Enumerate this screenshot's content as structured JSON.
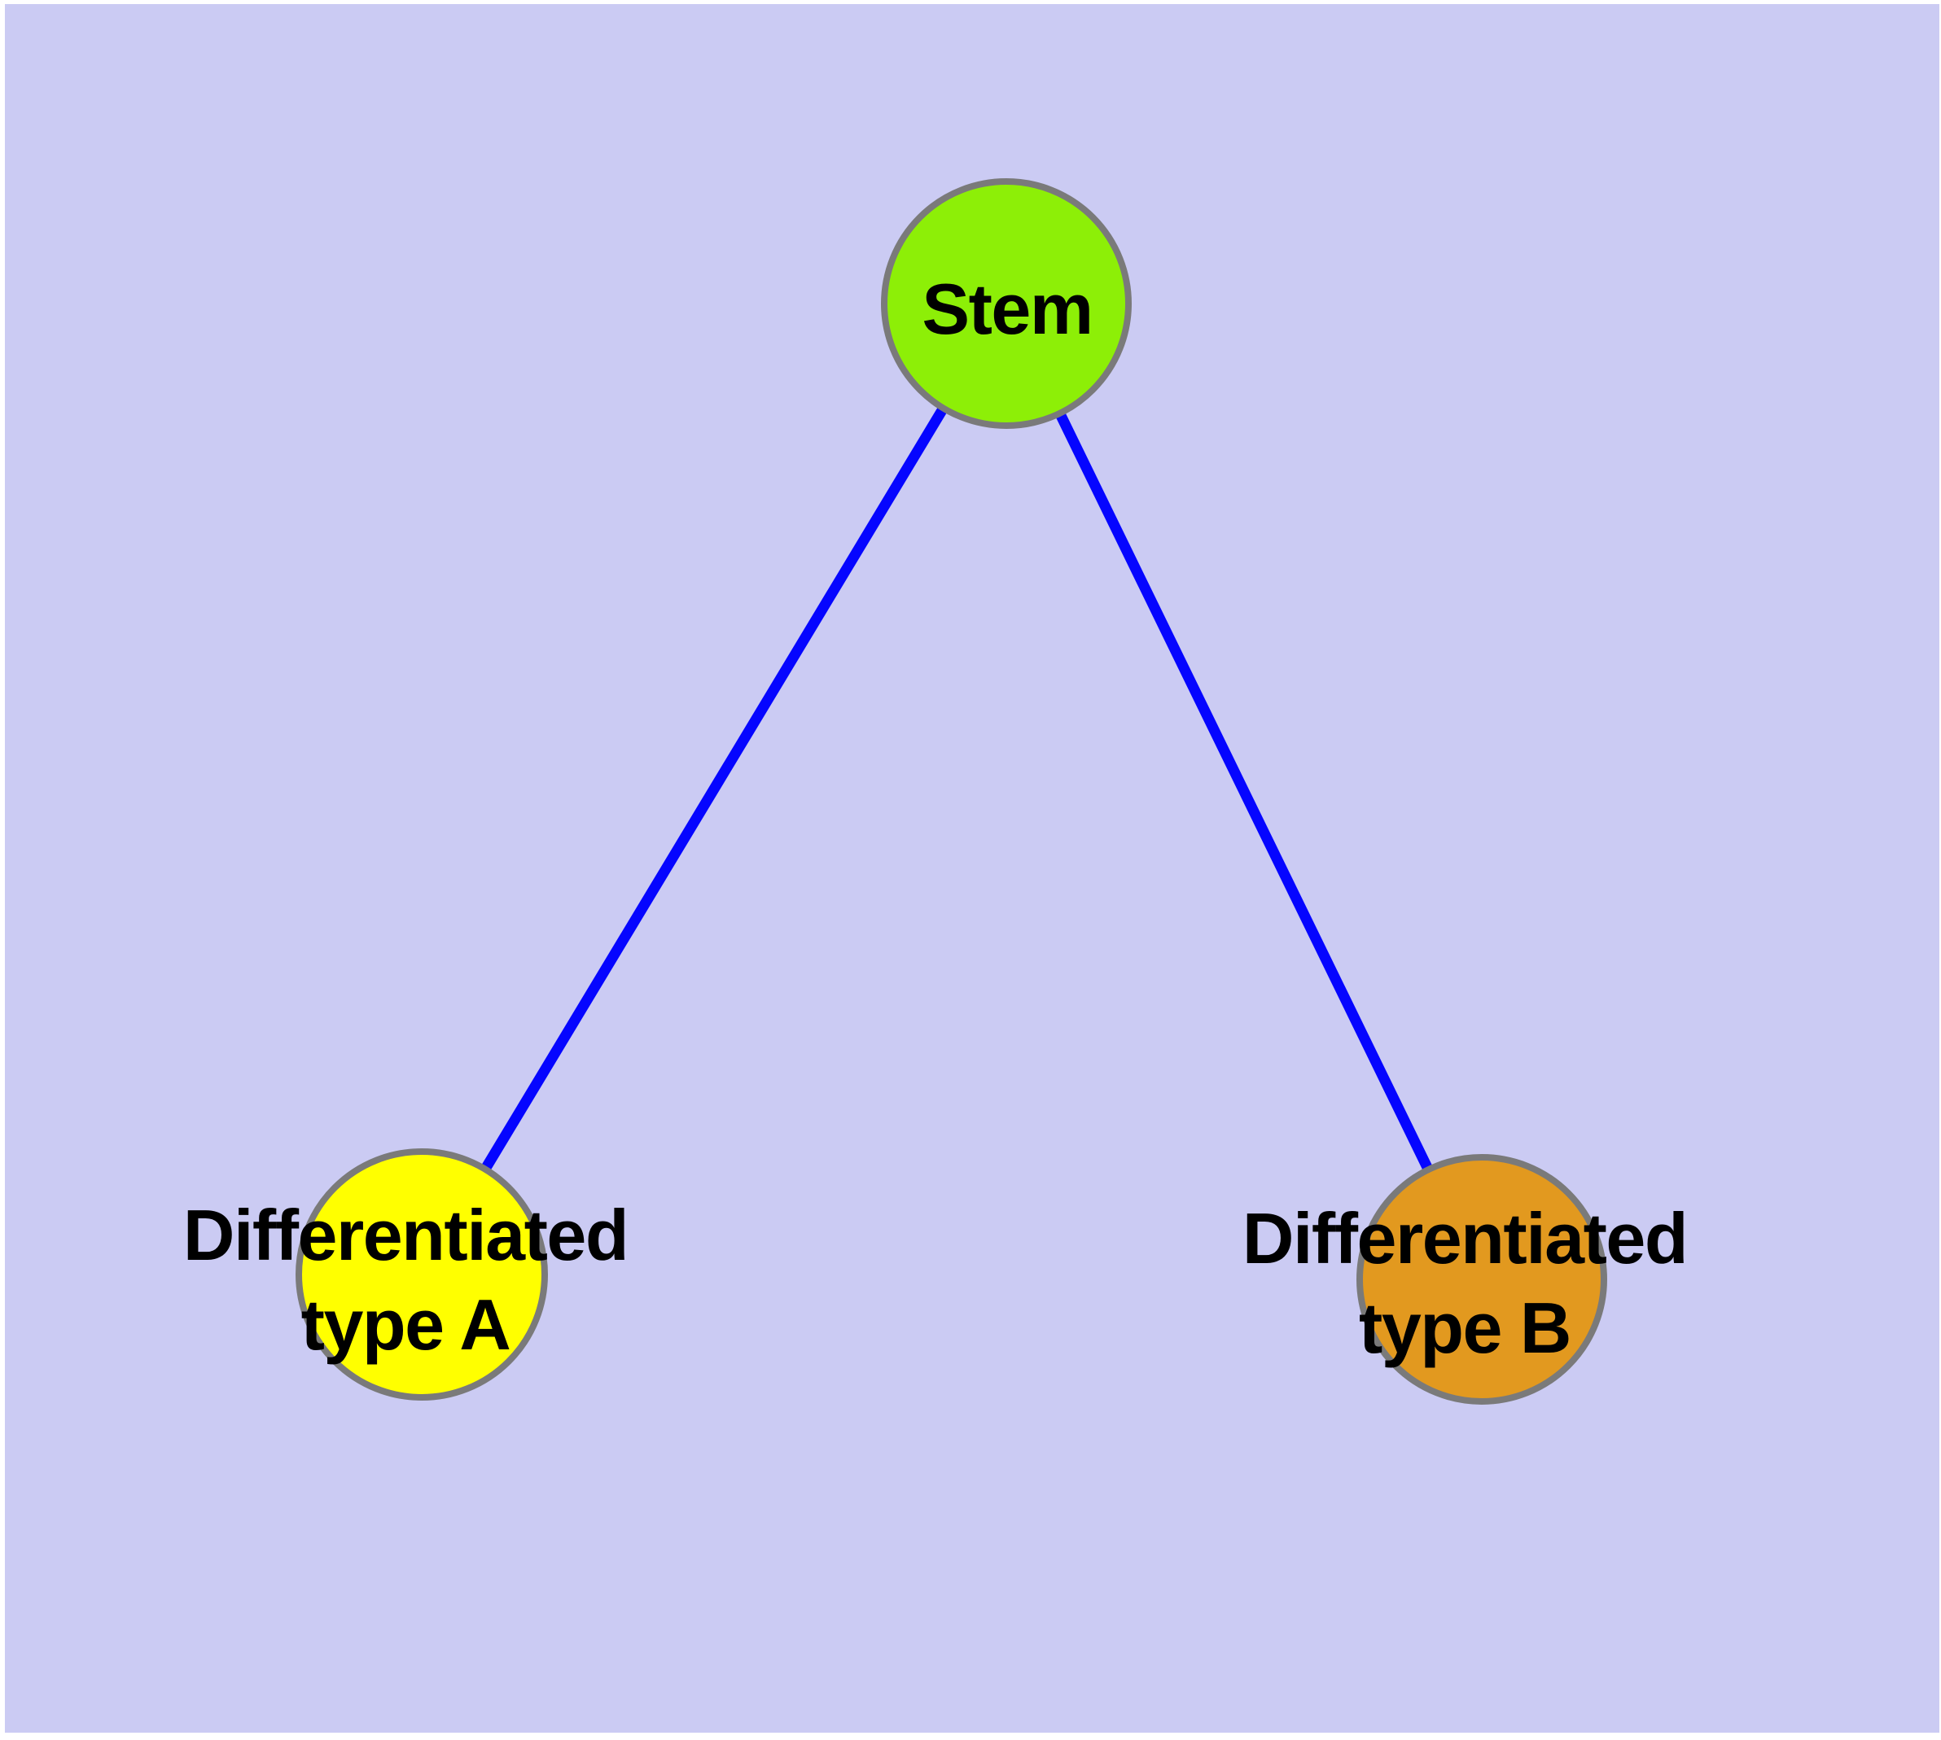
{
  "diagram": {
    "type": "graph",
    "page_color": "#FFFFFF",
    "background_color": "#CBCBF3",
    "edge_color": "#0505FF",
    "node_border_color": "#7A7A7A",
    "text_color": "#000000",
    "nodes": [
      {
        "id": "stem",
        "label": "Stem",
        "fill": "#8DEF07"
      },
      {
        "id": "differentiated-type-a",
        "label_line1": "Differentiated",
        "label_line2": "type A",
        "fill": "#FFFF00"
      },
      {
        "id": "differentiated-type-b",
        "label_line1": "Differentiated",
        "label_line2": "type B",
        "fill": "#E2991F"
      }
    ],
    "edges": [
      {
        "from": "Stem",
        "to": "Differentiated type A"
      },
      {
        "from": "Stem",
        "to": "Differentiated type B"
      }
    ]
  }
}
